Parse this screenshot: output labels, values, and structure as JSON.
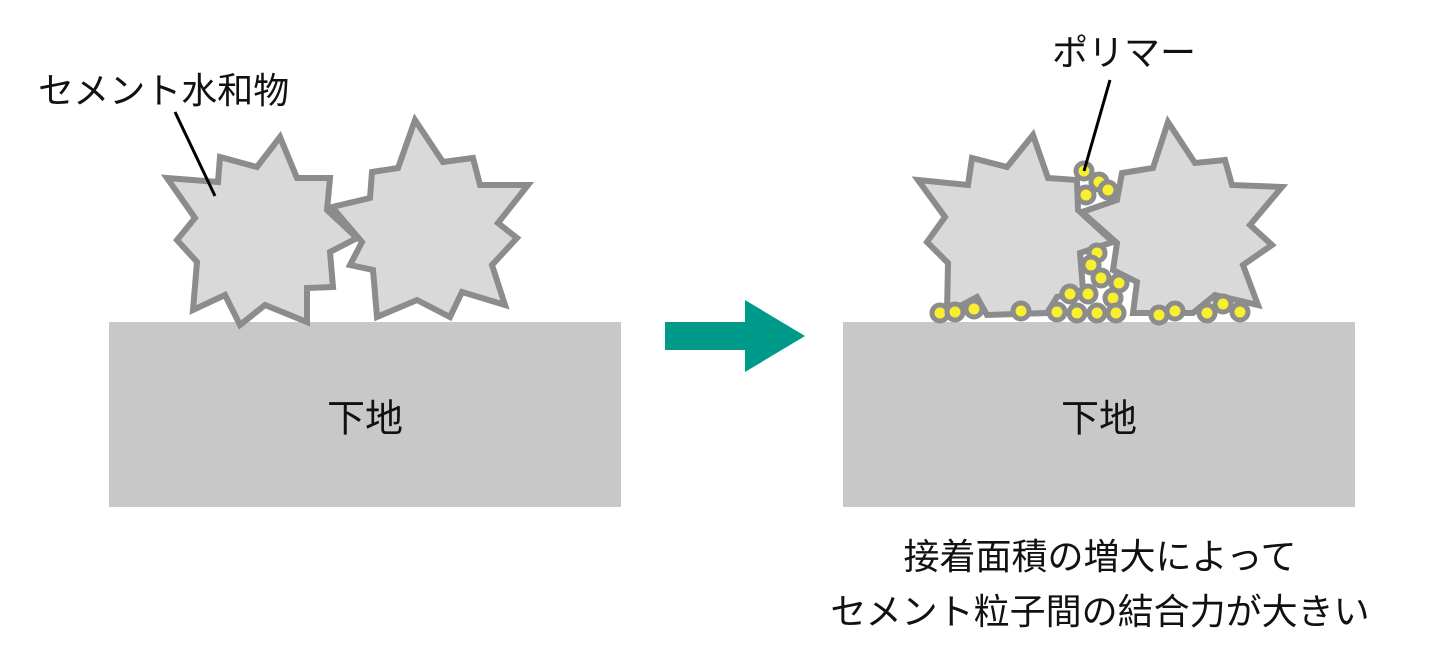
{
  "left_panel": {
    "hydrate_label": "セメント水和物",
    "substrate_label": "下地"
  },
  "right_panel": {
    "polymer_label": "ポリマー",
    "substrate_label": "下地",
    "caption_line1": "接着面積の増大によって",
    "caption_line2": "セメント粒子間の結合力が大きい"
  },
  "colors": {
    "substrate": "#c8c8c8",
    "particle_fill": "#d9d9d9",
    "particle_stroke": "#8c8c8c",
    "polymer_fill": "#f7ef30",
    "arrow": "#009a8a"
  }
}
